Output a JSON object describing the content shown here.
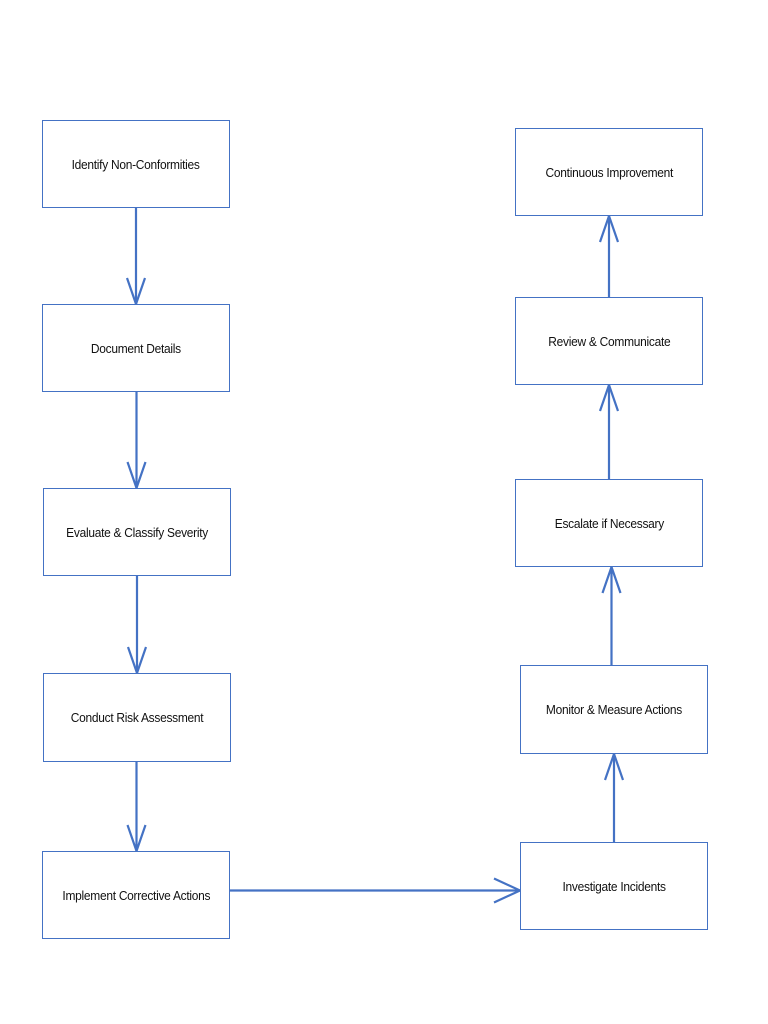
{
  "flowchart": {
    "left_column": [
      {
        "id": "identify",
        "label": "Identify Non-Conformities"
      },
      {
        "id": "document",
        "label": "Document Details"
      },
      {
        "id": "evaluate",
        "label": "Evaluate & Classify Severity"
      },
      {
        "id": "risk",
        "label": "Conduct Risk Assessment"
      },
      {
        "id": "implement",
        "label": "Implement Corrective Actions"
      }
    ],
    "right_column": [
      {
        "id": "continuous",
        "label": "Continuous Improvement"
      },
      {
        "id": "review",
        "label": "Review & Communicate"
      },
      {
        "id": "escalate",
        "label": "Escalate if Necessary"
      },
      {
        "id": "monitor",
        "label": "Monitor & Measure Actions"
      },
      {
        "id": "investigate",
        "label": "Investigate Incidents"
      }
    ],
    "edges": [
      {
        "from": "identify",
        "to": "document"
      },
      {
        "from": "document",
        "to": "evaluate"
      },
      {
        "from": "evaluate",
        "to": "risk"
      },
      {
        "from": "risk",
        "to": "implement"
      },
      {
        "from": "implement",
        "to": "investigate"
      },
      {
        "from": "investigate",
        "to": "monitor"
      },
      {
        "from": "monitor",
        "to": "escalate"
      },
      {
        "from": "escalate",
        "to": "review"
      },
      {
        "from": "review",
        "to": "continuous"
      }
    ],
    "colors": {
      "border": "#4472c4",
      "arrow": "#4472c4",
      "text": "#111111"
    }
  }
}
